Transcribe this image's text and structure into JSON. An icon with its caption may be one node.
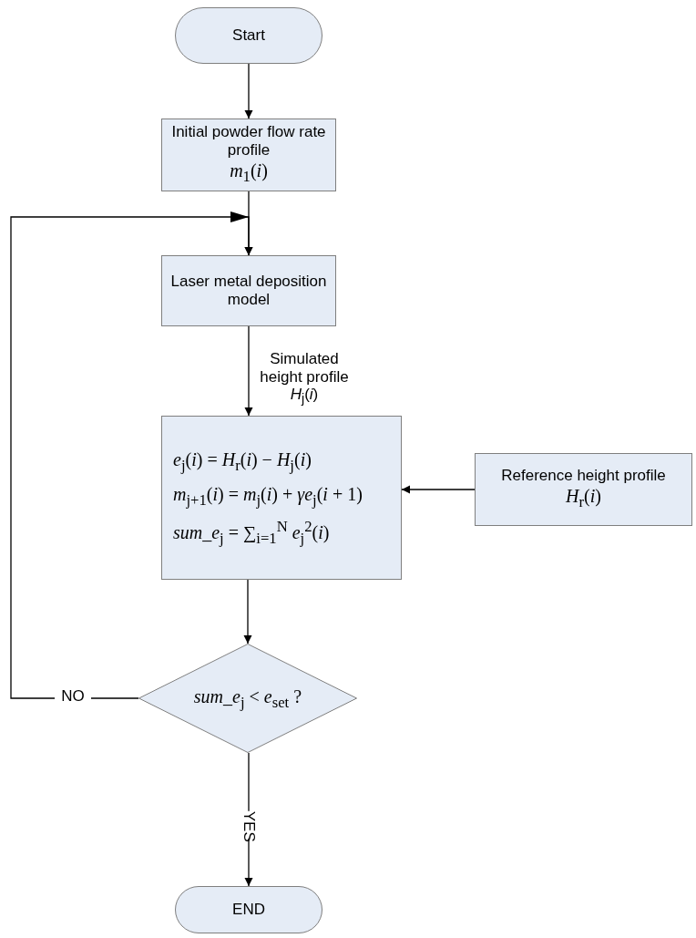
{
  "diagram": {
    "nodes": [
      {
        "text": [
          "Start"
        ]
      },
      {
        "text": [
          "Initial powder flow rate profile",
          "*m*$_{1}$(*i*)"
        ]
      },
      {
        "text": [
          "Laser metal deposition model"
        ]
      },
      {
        "text": [
          "*e*$_{j}$(*i*) = *H*$_{r}$(*i*) − *H*$_{j}$(*i*)",
          "*m*$_{j+1}$(*i*) = *m*$_{j}$(*i*) + *γe*$_{j}$(*i* + 1)",
          "*sum_e*$_{j}$ = ∑$_{i=1}$$^{N}$ *e*$_{j}$$^{2}$(*i*)"
        ]
      },
      {
        "text": [
          "Reference height profile",
          "*H*$_{r}$(*i*)"
        ]
      },
      {
        "text": [
          "*sum_e*$_{j}$ < *e*$_{set}$ ?"
        ]
      },
      {
        "text": [
          "END"
        ]
      }
    ],
    "edges": [
      {
        "from": 0,
        "to": 1,
        "arrow": "to"
      },
      {
        "from": 1,
        "to": 2,
        "arrow": "to"
      },
      {
        "from": 2,
        "to": 3,
        "arrow": "to",
        "label": "Simulated height profile *H*$_{j}$(*i*)"
      },
      {
        "from": 4,
        "to": 3,
        "arrow": "to"
      },
      {
        "from": 3,
        "to": 5,
        "arrow": "to"
      },
      {
        "from": 5,
        "to": 2,
        "arrow": "to",
        "label": "NO"
      },
      {
        "from": 5,
        "to": 6,
        "arrow": "to",
        "label": "YES"
      }
    ]
  }
}
